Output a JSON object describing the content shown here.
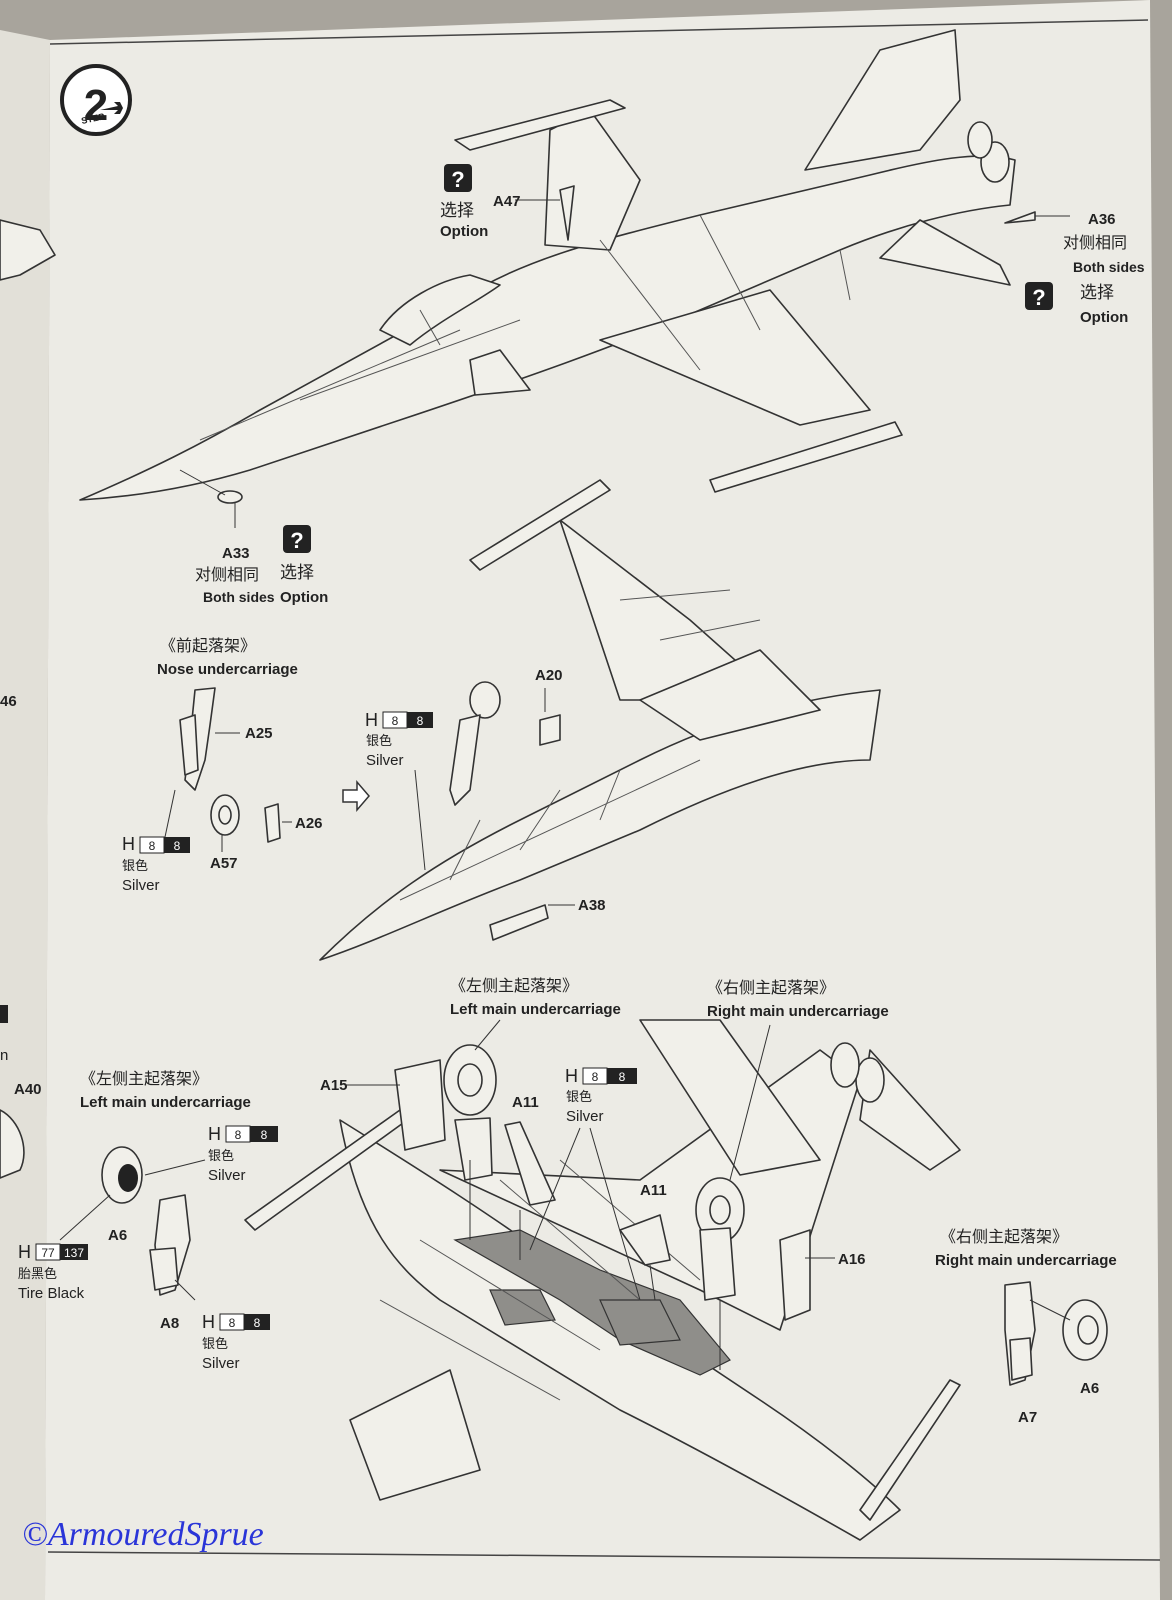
{
  "step": {
    "label": "STEP",
    "number": "2"
  },
  "option_mark": "?",
  "colors": {
    "paper": "#ecebe5",
    "ink": "#222222",
    "backdrop": "#a8a49c",
    "watermark": "#2a35d8",
    "paint_box": "#222222"
  },
  "callouts": {
    "a47": {
      "part": "A47",
      "option_zh": "选择",
      "option_en": "Option"
    },
    "a36": {
      "part": "A36",
      "zh": "对侧相同",
      "en": "Both sides",
      "option_zh": "选择",
      "option_en": "Option"
    },
    "a33": {
      "part": "A33",
      "zh": "对侧相同",
      "en": "Both sides",
      "option_zh": "选择",
      "option_en": "Option"
    }
  },
  "nose_gear": {
    "title_zh": "《前起落架》",
    "title_en": "Nose undercarriage",
    "parts": [
      "A25",
      "A26",
      "A57"
    ],
    "paint": {
      "prefix": "H",
      "code1": "8",
      "code2": "8",
      "zh": "银色",
      "en": "Silver"
    }
  },
  "mid": {
    "parts": [
      "A20",
      "A38"
    ],
    "paint": {
      "prefix": "H",
      "code1": "8",
      "code2": "8",
      "zh": "银色",
      "en": "Silver"
    }
  },
  "left_main_top": {
    "title_zh": "《左侧主起落架》",
    "title_en": "Left main undercarriage"
  },
  "right_main_top": {
    "title_zh": "《右侧主起落架》",
    "title_en": "Right main undercarriage"
  },
  "bottom_mid": {
    "parts": [
      "A15",
      "A11",
      "A11",
      "A16"
    ],
    "paint": {
      "prefix": "H",
      "code1": "8",
      "code2": "8",
      "zh": "银色",
      "en": "Silver"
    }
  },
  "left_main_detail": {
    "title_zh": "《左侧主起落架》",
    "title_en": "Left main undercarriage",
    "parts": [
      "A6",
      "A8"
    ],
    "paint_silver_1": {
      "prefix": "H",
      "code1": "8",
      "code2": "8",
      "zh": "银色",
      "en": "Silver"
    },
    "paint_tire": {
      "prefix": "H",
      "code1": "77",
      "code2": "137",
      "zh": "胎黑色",
      "en": "Tire Black"
    },
    "paint_silver_2": {
      "prefix": "H",
      "code1": "8",
      "code2": "8",
      "zh": "银色",
      "en": "Silver"
    }
  },
  "right_main_detail": {
    "title_zh": "《右侧主起落架》",
    "title_en": "Right main undercarriage",
    "parts": [
      "A6",
      "A7"
    ]
  },
  "left_margin": {
    "labels": [
      "46",
      "A40",
      "n"
    ]
  },
  "watermark": "©ArmouredSprue"
}
